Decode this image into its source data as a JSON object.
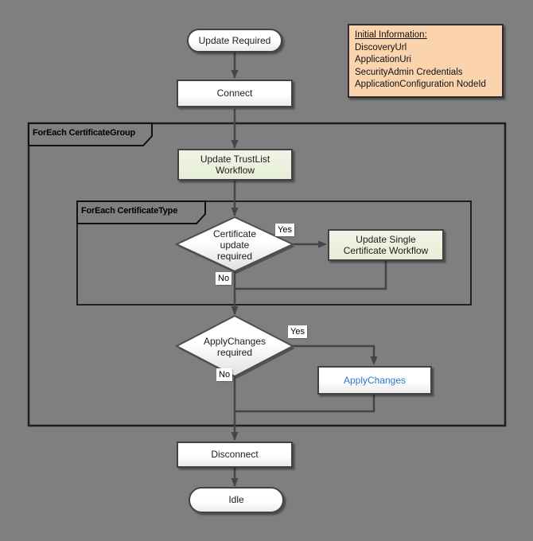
{
  "nodes": {
    "update_required": "Update Required",
    "connect": "Connect",
    "update_trustlist_workflow": "Update TrustList Workflow",
    "certificate_update_required": "Certificate update required",
    "update_single_certificate_workflow": "Update Single Certificate Workflow",
    "applychanges_required": "ApplyChanges required",
    "applychanges": "ApplyChanges",
    "disconnect": "Disconnect",
    "idle": "Idle"
  },
  "groups": {
    "certificate_group": "ForEach CertificateGroup",
    "certificate_type": "ForEach CertificateType"
  },
  "branch_labels": {
    "certificate_yes": "Yes",
    "certificate_no": "No",
    "applychanges_yes": "Yes",
    "applychanges_no": "No"
  },
  "note": {
    "title": "Initial Information:",
    "items": [
      "DiscoveryUrl",
      "ApplicationUri",
      "SecurityAdmin Credentials",
      "ApplicationConfiguration NodeId"
    ]
  },
  "colors": {
    "background": "#7F7F7F",
    "container_border": "#1F1F1F",
    "node_border": "#424242",
    "workflow_fill": "#EBF1DE",
    "note_fill": "#FBD3AC",
    "link_blue": "#2779CB",
    "connector": "#454545"
  }
}
